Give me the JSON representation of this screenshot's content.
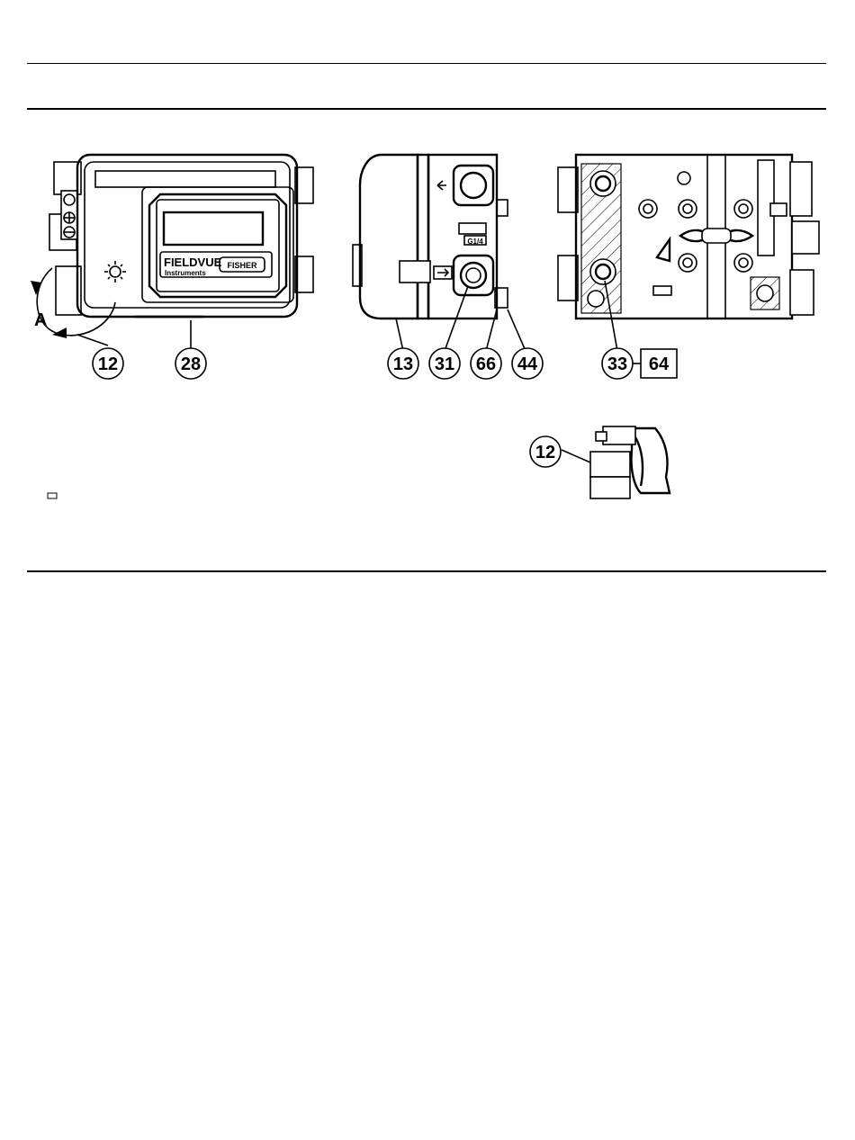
{
  "logo": {
    "brand": "FIELDVUE",
    "sub": "Instruments",
    "maker": "FISHER"
  },
  "view_label": "A",
  "port_label": "G1/4",
  "callouts": {
    "front": [
      "12",
      "28"
    ],
    "side": [
      "13",
      "31",
      "66",
      "44"
    ],
    "back_circle": "33",
    "back_box": "64",
    "detail": "12"
  }
}
